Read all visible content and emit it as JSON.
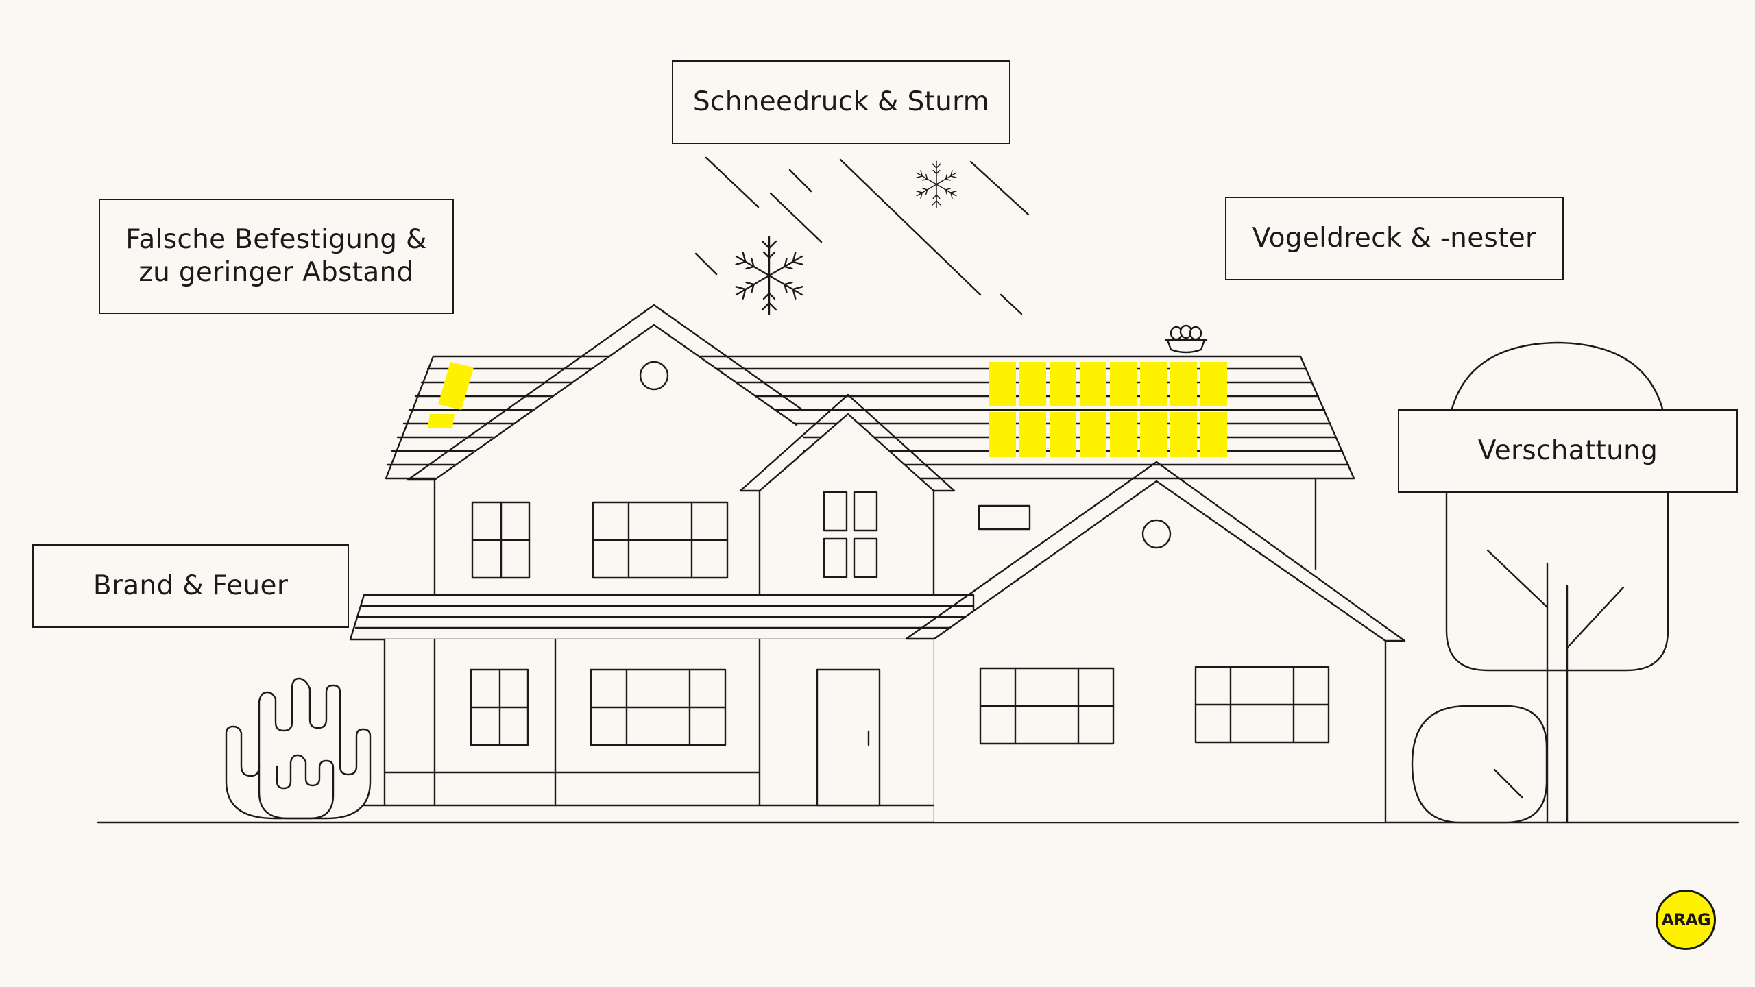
{
  "labels": {
    "snow": "Schneedruck & Sturm",
    "fixing_line1": "Falsche Befestigung &",
    "fixing_line2": "zu geringer Abstand",
    "bird": "Vogeldreck & -nester",
    "shade": "Verschattung",
    "fire": "Brand & Feuer"
  },
  "logo": "ARAG",
  "colors": {
    "background": "#fbf8f3",
    "line": "#1a1a1a",
    "solar_panel": "#fff200"
  },
  "icons": [
    "snowflake-icon",
    "warning-exclamation-icon",
    "bird-nest-icon",
    "fire-icon",
    "tree-icon",
    "bush-icon",
    "solar-panel-array"
  ]
}
